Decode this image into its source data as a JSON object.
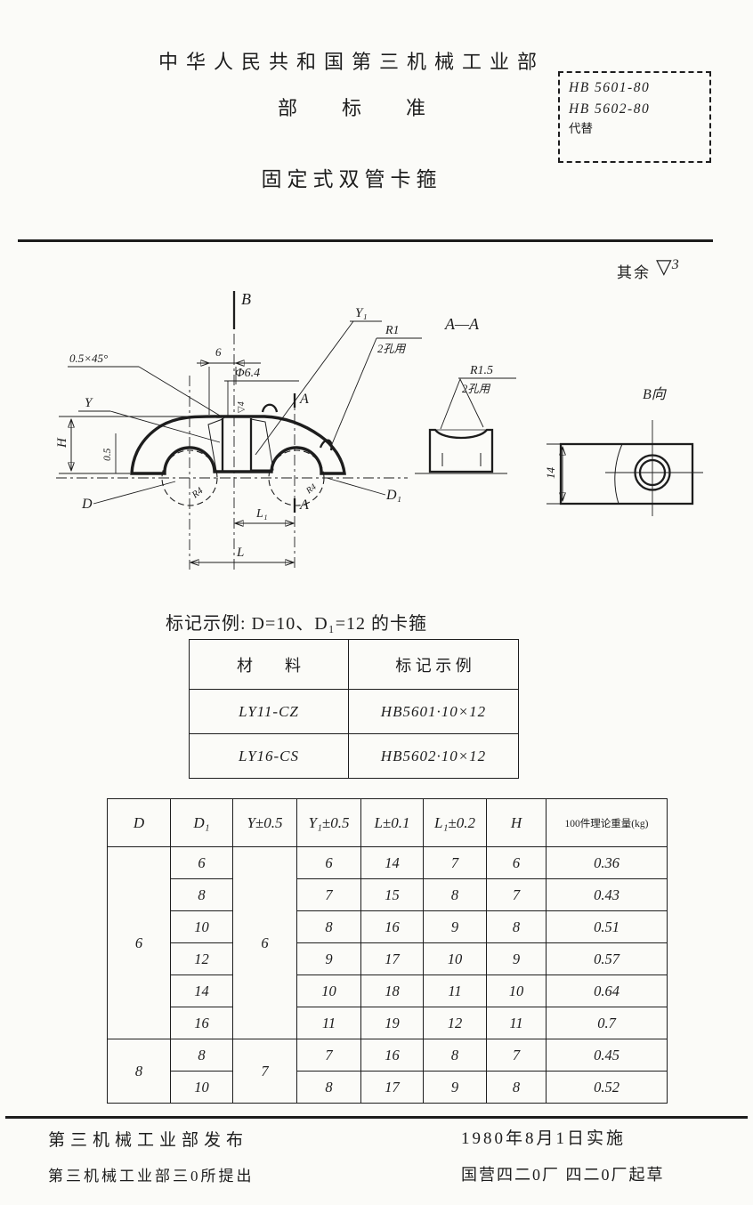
{
  "colors": {
    "ink": "#1d1d1d",
    "paper": "#fbfbf8"
  },
  "header": {
    "ministry": "中华人民共和国第三机械工业部",
    "standard_type": "部标准",
    "doc_title": "固定式双管卡箍",
    "standard_box": {
      "line1": "HB 5601-80",
      "line2": "HB 5602-80",
      "line3": "代替"
    }
  },
  "surface_note": {
    "prefix": "其余",
    "mark": "▽",
    "grade": "3"
  },
  "drawing": {
    "labels": {
      "view_b_arrow": "B",
      "dim_6": "6",
      "dim_phi64": "Φ6.4",
      "chamfer": "0.5×45°",
      "label_y": "Y",
      "label_y1": "Y₁",
      "label_a_top": "A",
      "label_a_bottom": "A",
      "r1": "R1",
      "r1_note": "2孔用",
      "label_h": "H",
      "dim_05": "0.5",
      "label_d": "D",
      "label_d1": "D₁",
      "r4_left": "R4",
      "r4_right": "R4",
      "hole_roughness": "▽4",
      "dim_l1": "L₁",
      "dim_l": "L",
      "section_title": "A—A",
      "r15": "R1.5",
      "r15_note": "2孔用",
      "view_b_title": "B向",
      "dim_14": "14"
    }
  },
  "marking": {
    "intro": "标记示例: D=10、D₁=12 的卡箍",
    "material_table": {
      "headers": [
        "材　　料",
        "标 记 示 例"
      ],
      "rows": [
        [
          "LY11-CZ",
          "HB5601·10×12"
        ],
        [
          "LY16-CS",
          "HB5602·10×12"
        ]
      ]
    }
  },
  "data_table": {
    "headers": [
      "D",
      "D₁",
      "Y±0.5",
      "Y₁±0.5",
      "L±0.1",
      "L₁±0.2",
      "H",
      "100件理论重量(kg)"
    ],
    "groups": [
      {
        "d": "6",
        "y": "6",
        "rows": [
          {
            "d1": "6",
            "y1": "6",
            "l": "14",
            "l1": "7",
            "h": "6",
            "w": "0.36"
          },
          {
            "d1": "8",
            "y1": "7",
            "l": "15",
            "l1": "8",
            "h": "7",
            "w": "0.43"
          },
          {
            "d1": "10",
            "y1": "8",
            "l": "16",
            "l1": "9",
            "h": "8",
            "w": "0.51"
          },
          {
            "d1": "12",
            "y1": "9",
            "l": "17",
            "l1": "10",
            "h": "9",
            "w": "0.57"
          },
          {
            "d1": "14",
            "y1": "10",
            "l": "18",
            "l1": "11",
            "h": "10",
            "w": "0.64"
          },
          {
            "d1": "16",
            "y1": "11",
            "l": "19",
            "l1": "12",
            "h": "11",
            "w": "0.7"
          }
        ]
      },
      {
        "d": "8",
        "y": "7",
        "rows": [
          {
            "d1": "8",
            "y1": "7",
            "l": "16",
            "l1": "8",
            "h": "7",
            "w": "0.45"
          },
          {
            "d1": "10",
            "y1": "8",
            "l": "17",
            "l1": "9",
            "h": "8",
            "w": "0.52"
          }
        ]
      }
    ]
  },
  "footer": {
    "issued_by": "第三机械工业部发布",
    "proposed_by": "第三机械工业部三0所提出",
    "effective": "1980年8月1日实施",
    "drafted_by": "国营四二0厂 四二0厂起草"
  }
}
